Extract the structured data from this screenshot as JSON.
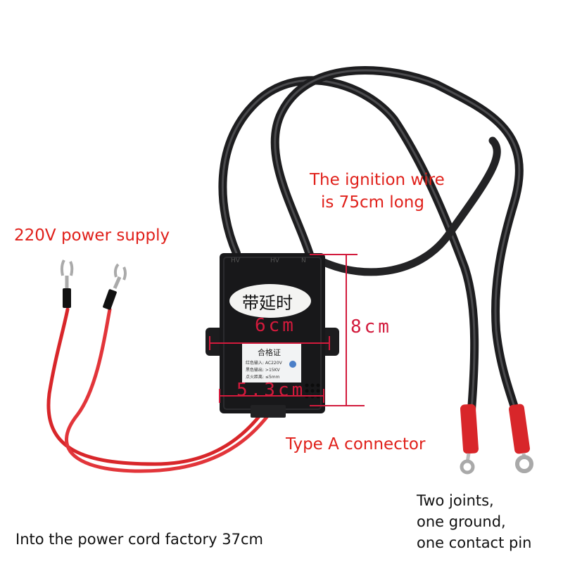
{
  "colors": {
    "annotation_red": "#e0201a",
    "dimension_red": "#d21a3c",
    "cable_black": "#2c2c2e",
    "wire_red": "#d8262a",
    "box_black": "#18181a",
    "background": "#ffffff"
  },
  "labels": {
    "power_supply": "220V power supply",
    "ignition_wire_line1": "The ignition wire",
    "ignition_wire_line2": "is 75cm long",
    "connector": "Type A connector",
    "power_cord": "Into the power cord factory 37cm",
    "joints_line1": "Two joints,",
    "joints_line2": "one ground,",
    "joints_line3": "one contact pin"
  },
  "dimensions": {
    "width_top": "6cm",
    "height": "8cm",
    "width_bottom": "5.3cm"
  },
  "device": {
    "oval_label": "带延时",
    "terminal_marks": [
      "HV",
      "HV",
      "N"
    ],
    "certificate": {
      "title": "合格证",
      "rows": [
        "红色输入: AC220V",
        "黑色输出: >15KV",
        "点火距离: ≤5mm"
      ]
    }
  }
}
